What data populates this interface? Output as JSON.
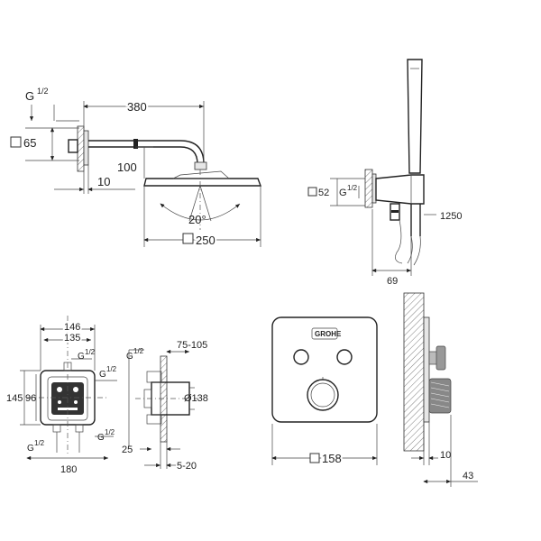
{
  "showerhead_view": {
    "thread": "G",
    "thread_frac": "1/2",
    "flange_size": "65",
    "arm_length": "380",
    "drop": "100",
    "wall_offset": "10",
    "tilt": "20°",
    "head_size": "250"
  },
  "handshower_view": {
    "outlet_size": "52",
    "thread": "G",
    "thread_frac": "1/2",
    "hose_length": "1250",
    "projection": "69"
  },
  "body_front_view": {
    "width_outer": "146",
    "width_inner": "135",
    "height_outer": "145",
    "height_inner": "96",
    "thread": "G",
    "thread_frac": "1/2",
    "bottom_width": "180"
  },
  "body_side_view": {
    "depth_range": "75-105",
    "diameter": "Ø138",
    "offset": "25",
    "plaster_range": "5-20",
    "thread": "G",
    "thread_frac": "1/2"
  },
  "trim_front_view": {
    "plate_size": "158",
    "brand": "GROHE"
  },
  "trim_side_view": {
    "projection_small": "10",
    "projection_total": "43"
  }
}
